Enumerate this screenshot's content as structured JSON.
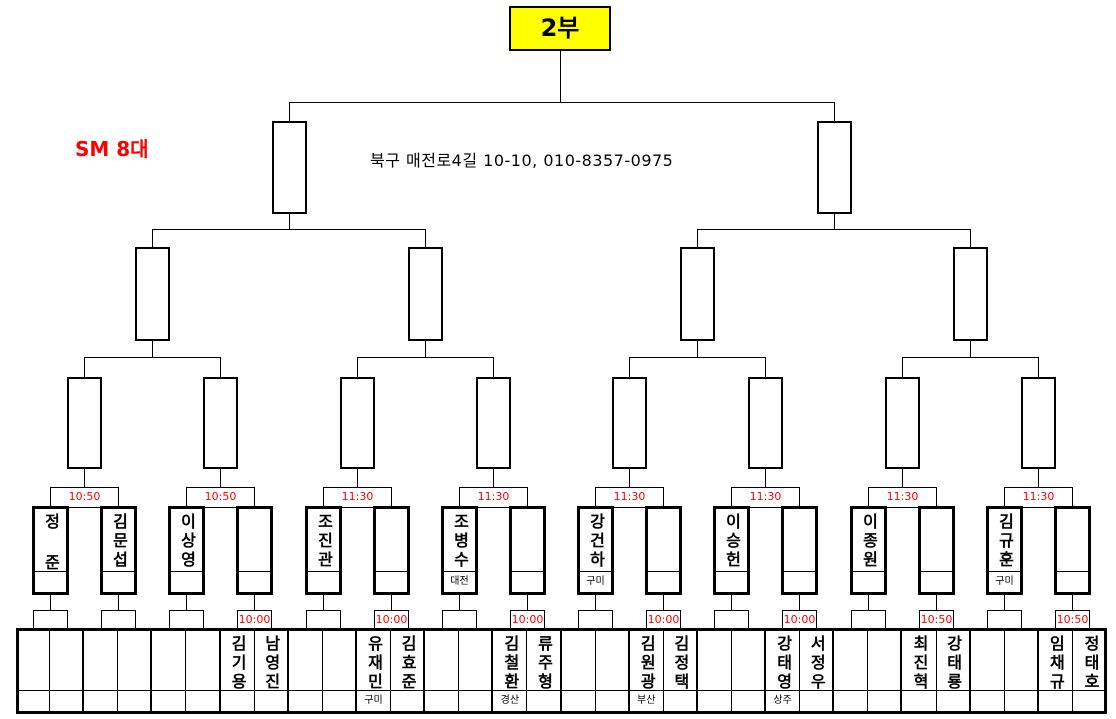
{
  "title": "2부",
  "sm_label": "SM 8대",
  "address": "북구 매전로4길 10-10, 010-8357-0975",
  "colors": {
    "title_bg": "#ffff00",
    "time": "#ff0000",
    "sm": "#ff0000"
  },
  "groups": [
    {
      "time": "10:50",
      "left": {
        "name": "정 준",
        "region": ""
      },
      "right": {
        "name": "김문섭",
        "region": ""
      },
      "left_sub": "",
      "right_sub": "",
      "cells": [
        {
          "name": "",
          "region": ""
        },
        {
          "name": "",
          "region": ""
        },
        {
          "name": "",
          "region": ""
        },
        {
          "name": "",
          "region": ""
        }
      ]
    },
    {
      "time": "10:50",
      "left": {
        "name": "이상영",
        "region": ""
      },
      "right": {
        "name": "",
        "region": ""
      },
      "left_sub": "",
      "right_sub": "10:00",
      "cells": [
        {
          "name": "",
          "region": ""
        },
        {
          "name": "",
          "region": ""
        },
        {
          "name": "김기용",
          "region": ""
        },
        {
          "name": "남영진",
          "region": ""
        }
      ]
    },
    {
      "time": "11:30",
      "left": {
        "name": "조진관",
        "region": ""
      },
      "right": {
        "name": "",
        "region": ""
      },
      "left_sub": "",
      "right_sub": "10:00",
      "cells": [
        {
          "name": "",
          "region": ""
        },
        {
          "name": "",
          "region": ""
        },
        {
          "name": "유재민",
          "region": "구미"
        },
        {
          "name": "김효준",
          "region": ""
        }
      ]
    },
    {
      "time": "11:30",
      "left": {
        "name": "조병수",
        "region": "대전"
      },
      "right": {
        "name": "",
        "region": ""
      },
      "left_sub": "",
      "right_sub": "10:00",
      "cells": [
        {
          "name": "",
          "region": ""
        },
        {
          "name": "",
          "region": ""
        },
        {
          "name": "김철환",
          "region": "경산"
        },
        {
          "name": "류주형",
          "region": ""
        }
      ]
    },
    {
      "time": "11:30",
      "left": {
        "name": "강건하",
        "region": "구미"
      },
      "right": {
        "name": "",
        "region": ""
      },
      "left_sub": "",
      "right_sub": "10:00",
      "cells": [
        {
          "name": "",
          "region": ""
        },
        {
          "name": "",
          "region": ""
        },
        {
          "name": "김원광",
          "region": "부산"
        },
        {
          "name": "김정택",
          "region": ""
        }
      ]
    },
    {
      "time": "11:30",
      "left": {
        "name": "이승헌",
        "region": ""
      },
      "right": {
        "name": "",
        "region": ""
      },
      "left_sub": "",
      "right_sub": "10:00",
      "cells": [
        {
          "name": "",
          "region": ""
        },
        {
          "name": "",
          "region": ""
        },
        {
          "name": "강태영",
          "region": "상주"
        },
        {
          "name": "서정우",
          "region": ""
        }
      ]
    },
    {
      "time": "11:30",
      "left": {
        "name": "이종원",
        "region": ""
      },
      "right": {
        "name": "",
        "region": ""
      },
      "left_sub": "",
      "right_sub": "10:50",
      "cells": [
        {
          "name": "",
          "region": ""
        },
        {
          "name": "",
          "region": ""
        },
        {
          "name": "최진혁",
          "region": ""
        },
        {
          "name": "강태룡",
          "region": ""
        }
      ]
    },
    {
      "time": "11:30",
      "left": {
        "name": "김규훈",
        "region": "구미"
      },
      "right": {
        "name": "",
        "region": ""
      },
      "left_sub": "",
      "right_sub": "10:50",
      "cells": [
        {
          "name": "",
          "region": ""
        },
        {
          "name": "",
          "region": ""
        },
        {
          "name": "임채규",
          "region": ""
        },
        {
          "name": "정태호",
          "region": ""
        }
      ]
    }
  ]
}
